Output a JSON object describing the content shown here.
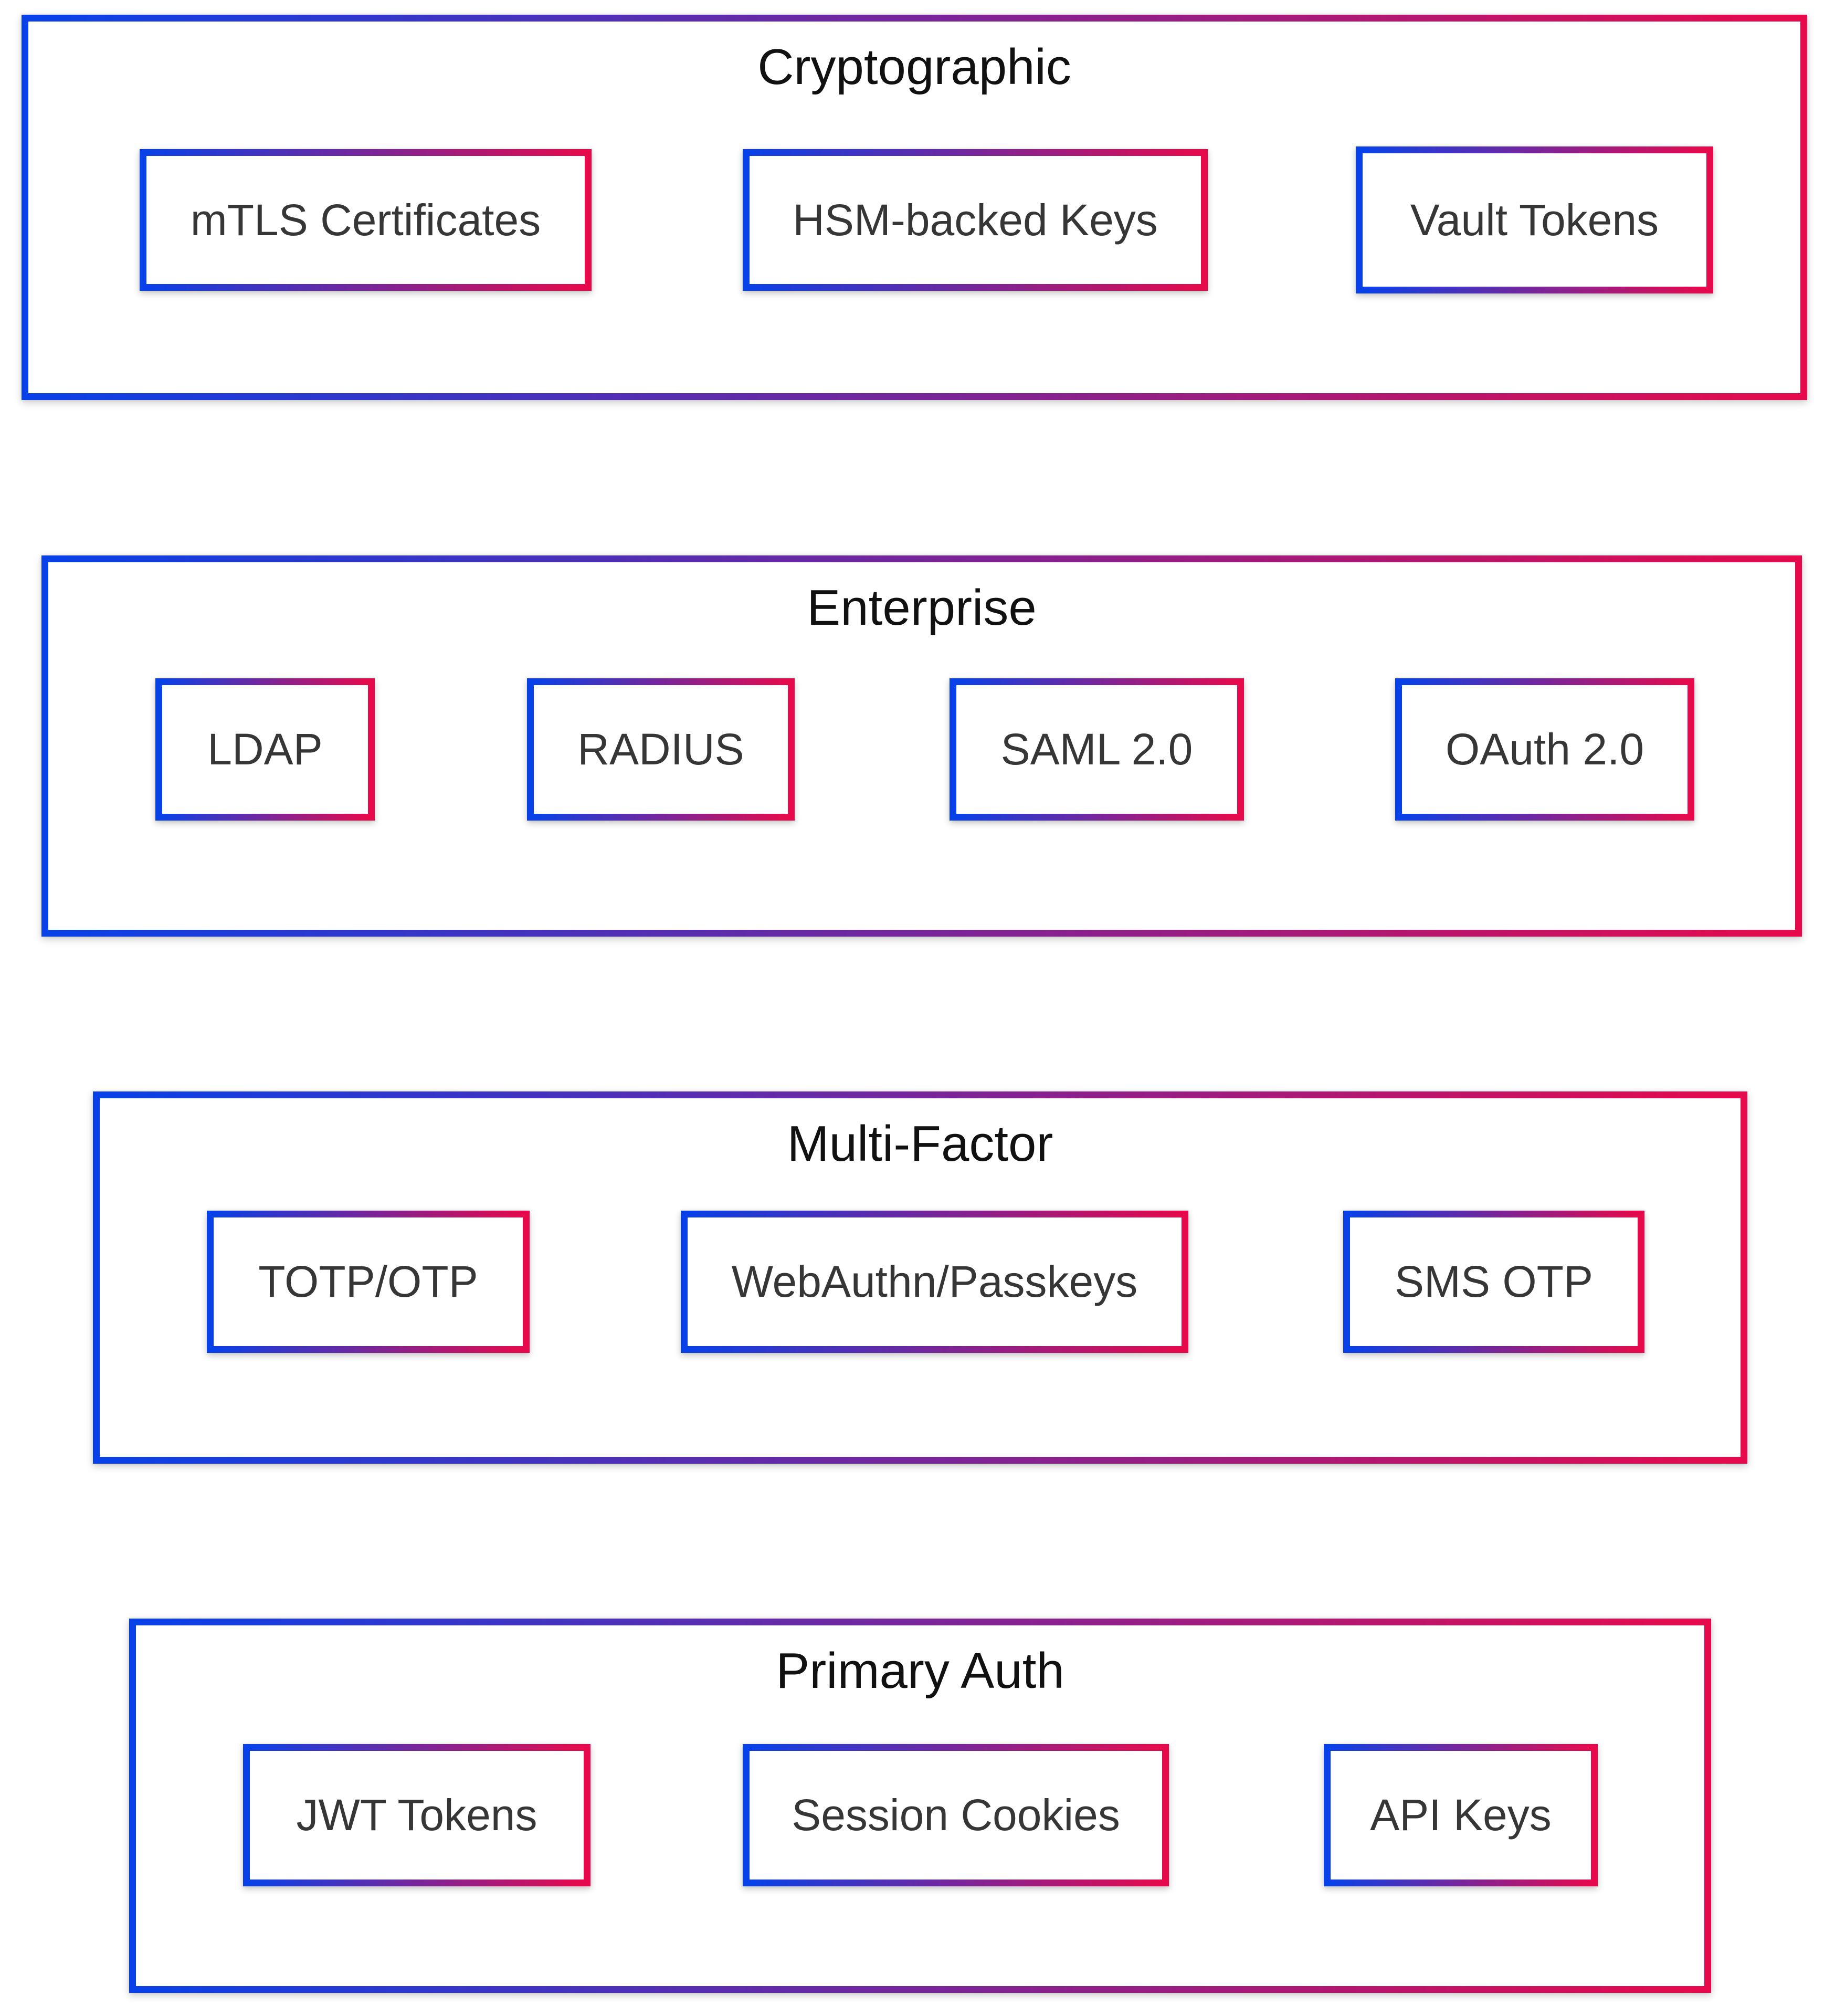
{
  "diagram": {
    "type": "layered-architecture",
    "background": "#ffffff"
  },
  "colors": {
    "gradient_start": "#0841e8",
    "gradient_end": "#e60a4c",
    "title_text": "#111111",
    "node_text": "#363636"
  },
  "layers": [
    {
      "title": "Cryptographic",
      "items": [
        "mTLS Certificates",
        "HSM-backed Keys",
        "Vault Tokens"
      ]
    },
    {
      "title": "Enterprise",
      "items": [
        "LDAP",
        "RADIUS",
        "SAML 2.0",
        "OAuth 2.0"
      ]
    },
    {
      "title": "Multi-Factor",
      "items": [
        "TOTP/OTP",
        "WebAuthn/Passkeys",
        "SMS OTP"
      ]
    },
    {
      "title": "Primary Auth",
      "items": [
        "JWT Tokens",
        "Session Cookies",
        "API Keys"
      ]
    }
  ]
}
